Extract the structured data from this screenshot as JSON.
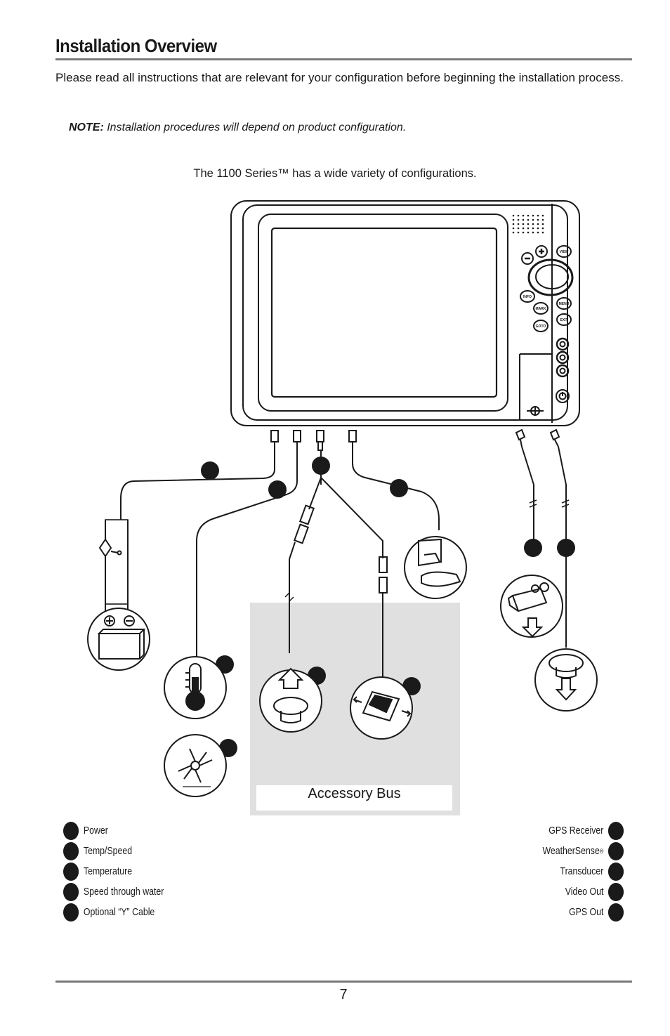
{
  "page": {
    "title": "Installation Overview",
    "intro": "Please read all instructions that are relevant for your configuration before beginning the installation process.",
    "note_label": "NOTE:",
    "note_text": " Installation procedures will depend on product configuration.",
    "caption": "The 1100 Series™ has a wide variety of configurations.",
    "page_number": "7"
  },
  "diagram": {
    "accessory_bus_label": "Accessory Bus",
    "buttons": [
      "VIEW",
      "INFO",
      "MARK",
      "MENU",
      "EXIT",
      "GOTO"
    ]
  },
  "legend": {
    "left": [
      "Power",
      "Temp/Speed",
      "Temperature",
      "Speed through water",
      "Optional “Y” Cable"
    ],
    "right": [
      "GPS Receiver",
      "WeatherSense",
      "Transducer",
      "Video Out",
      "GPS Out"
    ],
    "right_sup": "®"
  }
}
